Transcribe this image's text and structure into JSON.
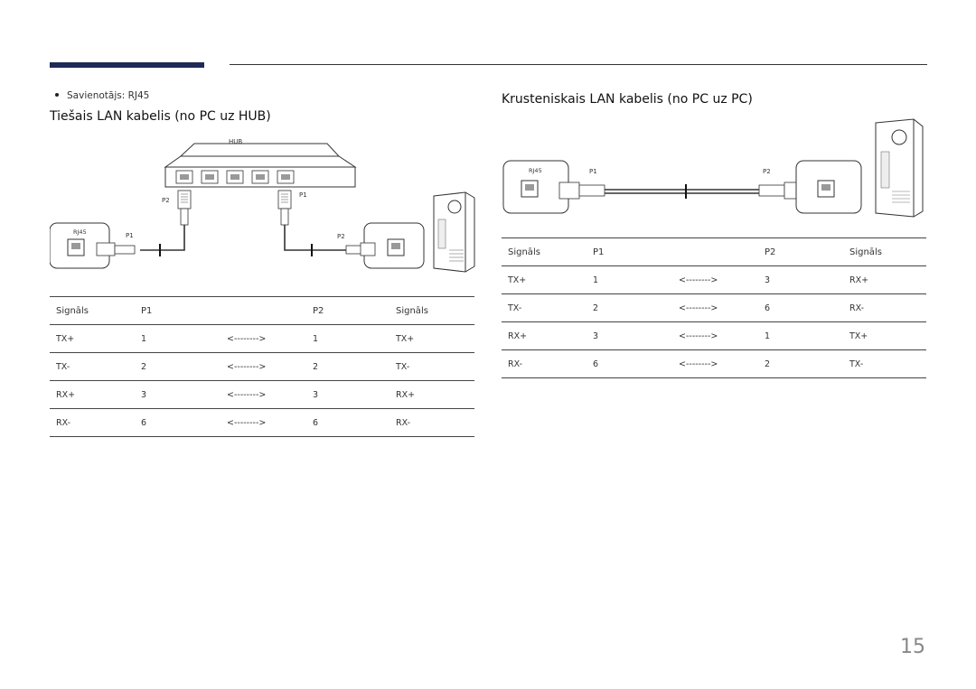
{
  "connector_note": "Savienotājs: RJ45",
  "left_section": {
    "title": "Tiešais LAN kabelis (no PC uz HUB)",
    "diagram_labels": {
      "hub": "HUB",
      "rj45": "RJ45",
      "p1_pc": "P1",
      "p2_hub": "P2",
      "p1_hub": "P1",
      "p2_pc": "P2"
    },
    "table": {
      "headers": [
        "Signāls",
        "P1",
        "",
        "P2",
        "Signāls"
      ],
      "rows": [
        [
          "TX+",
          "1",
          "<-------->",
          "1",
          "TX+"
        ],
        [
          "TX-",
          "2",
          "<-------->",
          "2",
          "TX-"
        ],
        [
          "RX+",
          "3",
          "<-------->",
          "3",
          "RX+"
        ],
        [
          "RX-",
          "6",
          "<-------->",
          "6",
          "RX-"
        ]
      ]
    }
  },
  "right_section": {
    "title": "Krusteniskais LAN kabelis (no PC uz PC)",
    "diagram_labels": {
      "rj45": "RJ45",
      "p1": "P1",
      "p2": "P2"
    },
    "table": {
      "headers": [
        "Signāls",
        "P1",
        "",
        "P2",
        "Signāls"
      ],
      "rows": [
        [
          "TX+",
          "1",
          "<-------->",
          "3",
          "RX+"
        ],
        [
          "TX-",
          "2",
          "<-------->",
          "6",
          "RX-"
        ],
        [
          "RX+",
          "3",
          "<-------->",
          "1",
          "TX+"
        ],
        [
          "RX-",
          "6",
          "<-------->",
          "2",
          "TX-"
        ]
      ]
    }
  },
  "page_number": "15"
}
